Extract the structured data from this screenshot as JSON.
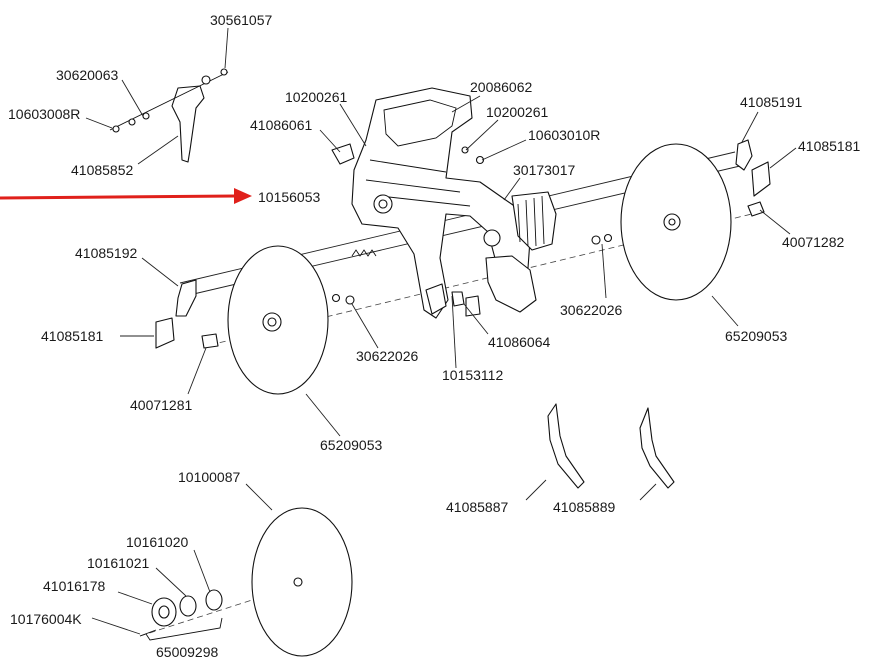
{
  "arrow_color": "#e0201b",
  "labels": [
    {
      "key": "l01",
      "text": "30561057"
    },
    {
      "key": "l02",
      "text": "30620063"
    },
    {
      "key": "l03",
      "text": "10603008R"
    },
    {
      "key": "l04",
      "text": "41085852"
    },
    {
      "key": "l05",
      "text": "10200261"
    },
    {
      "key": "l06",
      "text": "41086061"
    },
    {
      "key": "l07",
      "text": "20086062"
    },
    {
      "key": "l08",
      "text": "10200261"
    },
    {
      "key": "l09",
      "text": "10603010R"
    },
    {
      "key": "l10",
      "text": "30173017"
    },
    {
      "key": "l11",
      "text": "10156053"
    },
    {
      "key": "l12",
      "text": "41085191"
    },
    {
      "key": "l13",
      "text": "41085181"
    },
    {
      "key": "l14",
      "text": "40071282"
    },
    {
      "key": "l15",
      "text": "41085192"
    },
    {
      "key": "l16",
      "text": "41085181"
    },
    {
      "key": "l17",
      "text": "30622026"
    },
    {
      "key": "l18",
      "text": "41086064"
    },
    {
      "key": "l19",
      "text": "30622026"
    },
    {
      "key": "l20",
      "text": "65209053"
    },
    {
      "key": "l21",
      "text": "10153112"
    },
    {
      "key": "l22",
      "text": "40071281"
    },
    {
      "key": "l23",
      "text": "65209053"
    },
    {
      "key": "l24",
      "text": "10100087"
    },
    {
      "key": "l25",
      "text": "41085887"
    },
    {
      "key": "l26",
      "text": "41085889"
    },
    {
      "key": "l27",
      "text": "10161020"
    },
    {
      "key": "l28",
      "text": "10161021"
    },
    {
      "key": "l29",
      "text": "41016178"
    },
    {
      "key": "l30",
      "text": "10176004K"
    },
    {
      "key": "l31",
      "text": "65009298"
    }
  ]
}
